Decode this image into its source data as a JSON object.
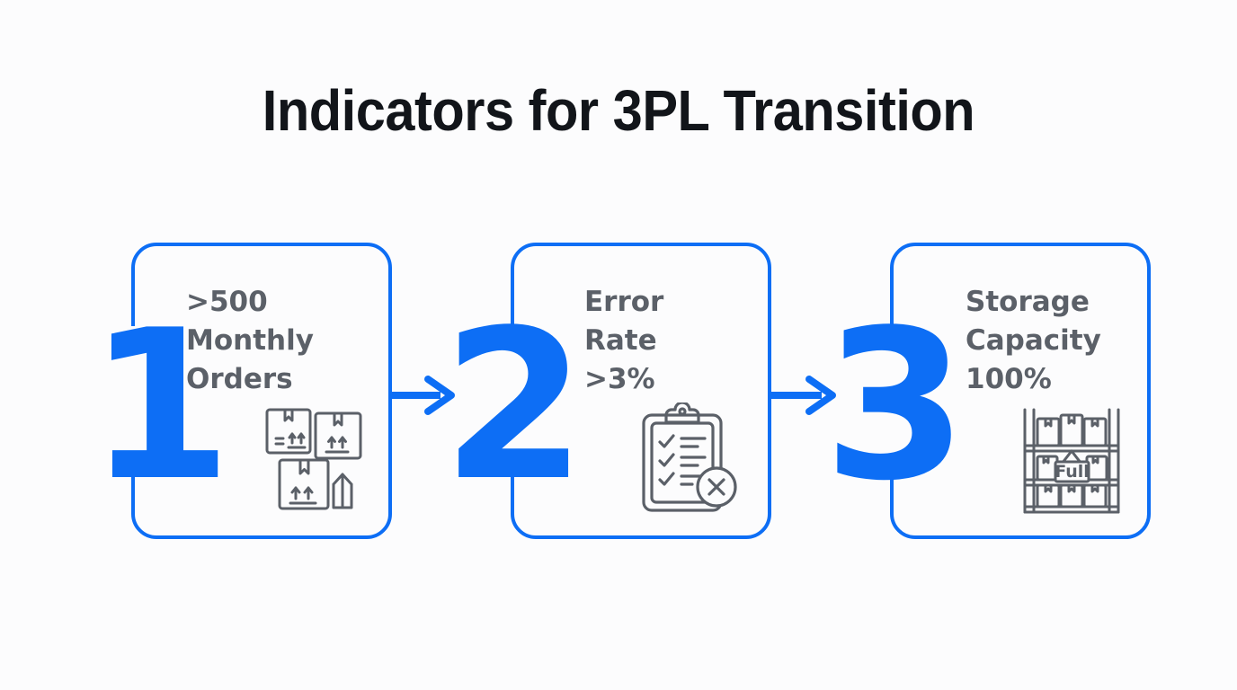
{
  "page": {
    "title": "Indicators for 3PL Transition",
    "background_color": "#fcfcfd",
    "accent_color": "#0d6ef5",
    "text_color": "#5b6068",
    "title_color": "#12151a"
  },
  "steps": [
    {
      "number": "1",
      "label": ">500\nMonthly\nOrders",
      "icon": "stacked-boxes-icon"
    },
    {
      "number": "2",
      "label": "Error\nRate\n>3%",
      "icon": "clipboard-checklist-error-icon"
    },
    {
      "number": "3",
      "label": "Storage\nCapacity\n100%",
      "icon": "warehouse-rack-full-icon",
      "icon_text": "Full"
    }
  ],
  "connectors": [
    {
      "name": "arrow-step1-to-step2",
      "icon": "arrow-right-icon"
    },
    {
      "name": "arrow-step2-to-step3",
      "icon": "arrow-right-icon"
    }
  ]
}
